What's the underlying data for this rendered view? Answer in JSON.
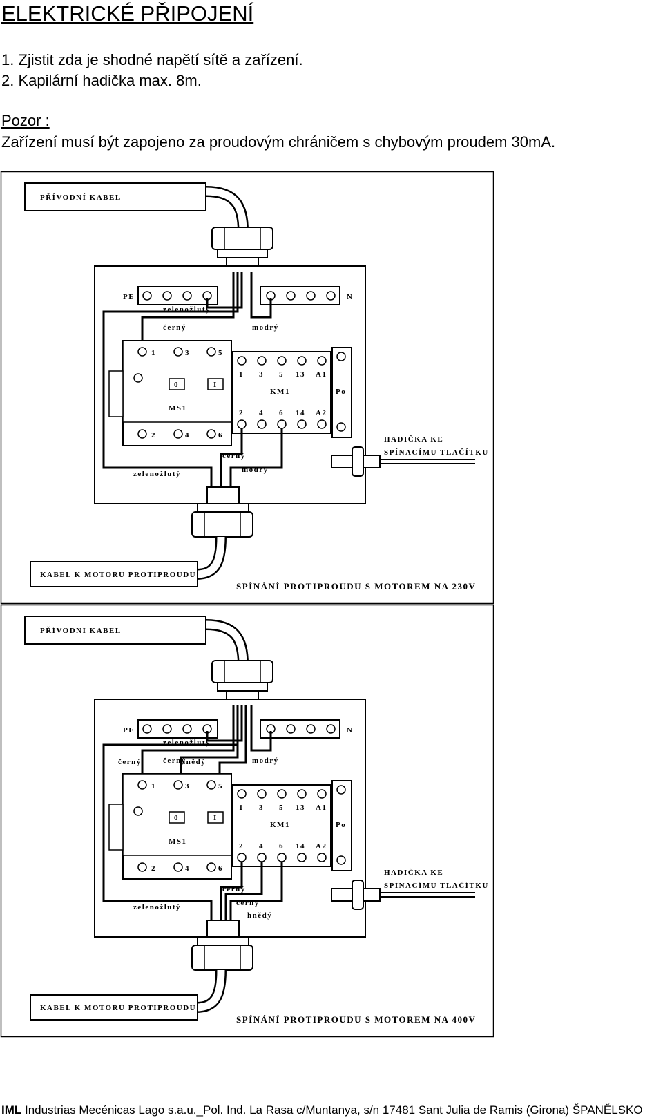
{
  "heading": "ELEKTRICKÉ PŘIPOJENÍ",
  "instructions": [
    "1. Zjistit zda je shodné napětí sítě a zařízení.",
    "2. Kapilární hadička max. 8m."
  ],
  "warning_label": "Pozor :",
  "warning_text": "Zařízení musí být zapojeno za proudovým  chráničem s chybovým  proudem 30mA.",
  "diagrams": [
    {
      "supply_cable": "PŘÍVODNÍ KABEL",
      "pe": "PE",
      "n": "N",
      "wire_green_yellow_top": "zelenožlutý",
      "wire_black_1": "černý",
      "wire_black_2": "",
      "wire_brown_top": "",
      "wire_blue_top": "modrý",
      "ms1_top": [
        "1",
        "3",
        "5"
      ],
      "ms1_bottom": [
        "2",
        "4",
        "6"
      ],
      "btn_off": "0",
      "btn_on": "I",
      "ms1": "MS1",
      "km1_top": [
        "1",
        "3",
        "5",
        "13",
        "A1"
      ],
      "km1_bottom": [
        "2",
        "4",
        "6",
        "14",
        "A2"
      ],
      "km1": "KM1",
      "po": "Po",
      "hose_line1": "HADIČKA KE",
      "hose_line2": "SPÍNACÍMU TLAČÍTKU",
      "wire_black_bottom": "černý",
      "wire_blue_bottom": "modrý",
      "wire_black_bottom_2": "",
      "wire_brown_bottom": "",
      "wire_green_yellow_bottom": "zelenožlutý",
      "motor_cable": "KABEL  K MOTORU PROTIPROUDU",
      "caption": "SPÍNÁNÍ PROTIPROUDU S MOTOREM NA 230V"
    },
    {
      "supply_cable": "PŘÍVODNÍ KABEL",
      "pe": "PE",
      "n": "N",
      "wire_green_yellow_top": "zelenožlutý",
      "wire_black_1": "černý",
      "wire_black_2": "černý",
      "wire_brown_top": "hnědý",
      "wire_blue_top": "modrý",
      "ms1_top": [
        "1",
        "3",
        "5"
      ],
      "ms1_bottom": [
        "2",
        "4",
        "6"
      ],
      "btn_off": "0",
      "btn_on": "I",
      "ms1": "MS1",
      "km1_top": [
        "1",
        "3",
        "5",
        "13",
        "A1"
      ],
      "km1_bottom": [
        "2",
        "4",
        "6",
        "14",
        "A2"
      ],
      "km1": "KM1",
      "po": "Po",
      "hose_line1": "HADIČKA KE",
      "hose_line2": "SPÍNACÍMU TLAČÍTKU",
      "wire_black_bottom": "černý",
      "wire_blue_bottom": "",
      "wire_black_bottom_2": "černý",
      "wire_brown_bottom": "hnědý",
      "wire_green_yellow_bottom": "zelenožlutý",
      "motor_cable": "KABEL  K MOTORU PROTIPROUDU",
      "caption": "SPÍNÁNÍ PROTIPROUDU S MOTOREM NA 400V"
    }
  ],
  "footer_brand": "IML",
  "footer_text": " Industrias Mecénicas Lago s.a.u._Pol. Ind. La Rasa c/Muntanya, s/n 17481 Sant Julia de Ramis (Girona) ŠPANĚLSKO"
}
